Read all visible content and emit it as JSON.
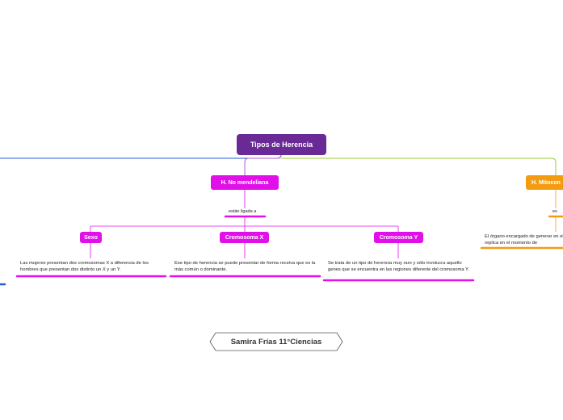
{
  "root": {
    "label": "Tipos de Herencia"
  },
  "branches": {
    "no_mendeliana": {
      "label": "H. No mendeliana",
      "connector": "están ligada a"
    },
    "mitocondrial": {
      "label": "H. Mitocon",
      "connector": "es",
      "description": "El órgano encargado de generar en el cual se replica en el momento de"
    }
  },
  "children": [
    {
      "label": "Sexo",
      "description": "Las mujeres presentan dos cromosomas X a diferencia de los hombres que presentan dos distinto un X y un Y."
    },
    {
      "label": "Cromosoma X",
      "description": "Ese tipo de herencia se puede presentar de forma receiva que es la más común o dominante."
    },
    {
      "label": "Cromosoma Y",
      "description": "Se trata de un tipo de herencia muy raro y sólo involucra aquello genes que se encuentra en las regiones diferente del cromosoma Y."
    }
  ],
  "footer": {
    "label": "Samira Frías 11°Ciencias"
  },
  "colors": {
    "root": "#6a2a96",
    "pink": "#e210e8",
    "orange": "#f39c12",
    "blue": "#1f5bd6",
    "green": "#9acd32"
  }
}
